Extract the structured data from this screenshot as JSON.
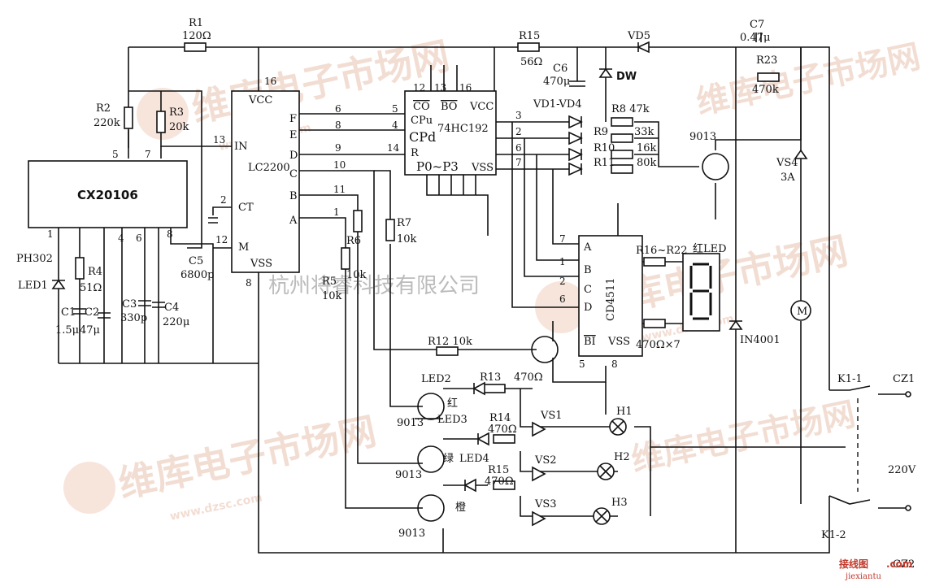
{
  "watermark": {
    "brand": "维库电子市场网",
    "url": "www.dzsc.com",
    "center_caption": "杭州将睿科技有限公司",
    "site_logo": "接线图",
    "site_url": "jiexiantu",
    "site_tld": ".com"
  },
  "ics": {
    "cx": "CX20106",
    "lc": "LC2200",
    "hc": "74HC192",
    "cd": "CD4511"
  },
  "lc_pins": {
    "vcc": "VCC",
    "in": "IN",
    "ct": "CT",
    "m": "M",
    "vss": "VSS",
    "f": "F",
    "e": "E",
    "d": "D",
    "c": "C",
    "b": "B",
    "a": "A",
    "n16": "16",
    "n13": "13",
    "n2": "2",
    "n12": "12",
    "n8": "8",
    "n6": "6",
    "n8b": "8",
    "n9": "9",
    "n10": "10",
    "n11": "11",
    "n1": "1"
  },
  "hc_pins": {
    "co": "CO",
    "bo": "BO",
    "vcc": "VCC",
    "cpu": "CPu",
    "cpd": "CPd",
    "r": "R",
    "p": "P0~P3",
    "vss": "VSS",
    "n12": "12",
    "n13": "13",
    "n16": "16",
    "n5": "5",
    "n4": "4",
    "n14": "14",
    "n3": "3",
    "n2": "2",
    "n6": "6",
    "n7": "7"
  },
  "cd_pins": {
    "a": "A",
    "b": "B",
    "c": "C",
    "d": "D",
    "bi": "BI",
    "vss": "VSS",
    "n7": "7",
    "n1": "1",
    "n2": "2",
    "n6": "6",
    "n5": "5",
    "n8": "8"
  },
  "cx_pins": {
    "n1": "1",
    "n5": "5",
    "n7": "7",
    "n4": "4",
    "n6": "6",
    "n8": "8"
  },
  "components": {
    "r1": "R1",
    "r1v": "120Ω",
    "r2": "R2",
    "r2v": "220k",
    "r3": "R3",
    "r3v": "20k",
    "r4": "R4",
    "r4v": "51Ω",
    "r5": "R5",
    "r5v": "10k",
    "r6": "R6",
    "r6v": "10k",
    "r7": "R7",
    "r7v": "10k",
    "r8": "R8 47k",
    "r9": "R9",
    "r9v": "33k",
    "r10": "R10",
    "r10v": "16k",
    "r11": "R11",
    "r11v": "80k",
    "r12": "R12 10k",
    "r13": "R13",
    "r13v": "470Ω",
    "r14": "R14",
    "r14v": "470Ω",
    "r15a": "R15",
    "r15av": "56Ω",
    "r15b": "R15",
    "r15bv": "470Ω",
    "r16": "R16~R22",
    "r16v": "470Ω×7",
    "r23": "R23",
    "r23v": "470k",
    "c1": "C1",
    "c1v": "1.5μ",
    "c2": "C2",
    "c2v": "47μ",
    "c3": "C3",
    "c3v": "330p",
    "c4": "C4",
    "c4v": "220μ",
    "c5": "C5",
    "c5v": "6800p",
    "c6": "C6",
    "c6v": "470μ",
    "c7": "C7",
    "c7v": "0.47μ",
    "vd5": "VD5",
    "dw": "DW",
    "vd14": "VD1-VD4",
    "ph": "PH302",
    "led1": "LED1",
    "led2": "LED2",
    "led3": "LED3",
    "led4": "LED4",
    "hong1": "红",
    "lv": "绿",
    "cheng": "橙",
    "redled": "红LED",
    "t9013a": "9013",
    "t9013b": "9013",
    "t9013c": "9013",
    "t9013d": "9013",
    "vs1": "VS1",
    "vs2": "VS2",
    "vs3": "VS3",
    "vs4": "VS4",
    "vs4v": "3A",
    "h1": "H1",
    "h2": "H2",
    "h3": "H3",
    "in4001": "IN4001",
    "motor": "M",
    "k11": "K1-1",
    "k12": "K1-2",
    "cz1": "CZ1",
    "cz2": "CZ2",
    "v220": "220V"
  }
}
